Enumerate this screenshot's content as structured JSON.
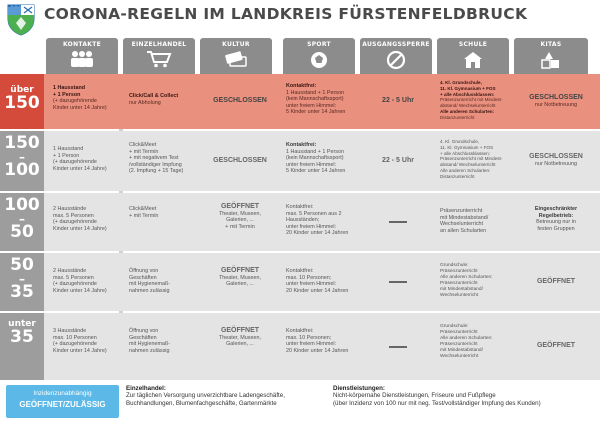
{
  "title": "CORONA-REGELN IM LANDKREIS FÜRSTENFELDBRUCK",
  "colors": {
    "red_row": "#e9907f",
    "red_label": "#d44b3c",
    "gray_label": "#9d9d9d",
    "gray_row": "#e4e4e4",
    "header": "#8c8c8c",
    "legend": "#5cb9e7"
  },
  "columns": [
    {
      "label": "KONTAKTE",
      "icon": "people-icon"
    },
    {
      "label": "EINZELHANDEL",
      "icon": "cart-icon"
    },
    {
      "label": "KULTUR",
      "icon": "tickets-icon"
    },
    {
      "label": "SPORT",
      "icon": "ball-icon"
    },
    {
      "label": "AUSGANGSSPERRE",
      "icon": "forbidden-icon"
    },
    {
      "label": "SCHULE",
      "icon": "school-icon"
    },
    {
      "label": "KITAS",
      "icon": "blocks-icon"
    }
  ],
  "rows": [
    {
      "label_top": "über",
      "label_big": "150",
      "label_dash": "",
      "label_bottom": "",
      "kontakte": {
        "l1": "1 Hausstand",
        "l2": "+ 1 Person",
        "l3": "(+ dazugehörende",
        "l4": "Kinder unter 14 Jahre)"
      },
      "handel": {
        "l1": "Click/Call & Collect",
        "l2": "nur Abholung"
      },
      "kultur": "GESCHLOSSEN",
      "sport": {
        "l1": "Kontaktfrei:",
        "l2": "1 Hausstand + 1 Person",
        "l3": "(kein Mannschaftssport)",
        "l4": "unter freiem Himmel:",
        "l5": "5 Kinder unter 14 Jahren"
      },
      "ausgang": "22 - 5 Uhr",
      "schule": {
        "l1": "4. Kl. Grundschule,",
        "l2": "11. Kl. Gymnasium + FOS",
        "l3": "+ alle Abschlussklassen:",
        "l4": "Präsenzunterricht mit Mindest-",
        "l5": "abstand/ Wechselunterricht",
        "l6": "Alle anderen Schularten:",
        "l7": "Distanzunterricht"
      },
      "kitas": {
        "l1": "GESCHLOSSEN",
        "l2": "nur Notbetreuung"
      }
    },
    {
      "label_top": "",
      "label_big": "150",
      "label_dash": "–",
      "label_bottom": "100",
      "kontakte": {
        "l1": "1 Hausstand",
        "l2": "+ 1 Person",
        "l3": "(+ dazugehörende",
        "l4": "Kinder unter 14 Jahre)"
      },
      "handel": {
        "l1": "Click&Meet",
        "l2": "+ mit Termin",
        "l3": "+ mit negativem Test",
        "l4": "/vollständiger Impfung",
        "l5": "(2. Impfung + 15 Tage)"
      },
      "kultur": "GESCHLOSSEN",
      "sport": {
        "l1": "Kontaktfrei:",
        "l2": "1 Hausstand + 1 Person",
        "l3": "(kein Mannschaftssport)",
        "l4": "unter freiem Himmel:",
        "l5": "5 Kinder unter 14 Jahren"
      },
      "ausgang": "22 - 5 Uhr",
      "schule": {
        "l1": "4. Kl. Grundschule,",
        "l2": "11. Kl. Gymnasium + FOS",
        "l3": "+ alle Abschlussklassen:",
        "l4": "Präsenzunterricht mit Mindest-",
        "l5": "abstand/ Wechselunterricht",
        "l6": "Alle anderen Schularten:",
        "l7": "Distanzunterricht"
      },
      "kitas": {
        "l1": "GESCHLOSSEN",
        "l2": "nur Notbetreuung"
      }
    },
    {
      "label_top": "",
      "label_big": "100",
      "label_dash": "–",
      "label_bottom": "50",
      "kontakte": {
        "l1": "2 Hausstände",
        "l2": "max. 5 Personen",
        "l3": "(+ dazugehörende",
        "l4": "Kinder unter 14 Jahre)"
      },
      "handel": {
        "l1": "Click&Meet",
        "l2": "+ mit Termin"
      },
      "kultur": {
        "l1": "GEÖFFNET",
        "l2": "Theater, Museen,",
        "l3": "Galerien, ...",
        "l4": "+ mit Termin"
      },
      "sport": {
        "l1": "Kontaktfrei:",
        "l2": "max. 5 Personen aus 2",
        "l3": "Hausständen;",
        "l4": "unter freiem Himmel:",
        "l5": "20 Kinder unter 14 Jahren"
      },
      "schule": {
        "l1": "Präsenzunterricht",
        "l2": "mit Mindestabstand/",
        "l3": "Wechselunterricht",
        "l4": "an allen Schularten"
      },
      "kitas": {
        "l1": "Eingeschränkter",
        "l2": "Regelbetrieb:",
        "l3": "Betreuung nur in",
        "l4": "festen Gruppen"
      }
    },
    {
      "label_top": "",
      "label_big": "50",
      "label_dash": "–",
      "label_bottom": "35",
      "kontakte": {
        "l1": "2 Hausstände",
        "l2": "max. 5 Personen",
        "l3": "(+ dazugehörende",
        "l4": "Kinder unter 14 Jahre)"
      },
      "handel": {
        "l1": "Öffnung von",
        "l2": "Geschäften",
        "l3": "mit Hygienemaß-",
        "l4": "nahmen zulässig"
      },
      "kultur": {
        "l1": "GEÖFFNET",
        "l2": "Theater, Museen,",
        "l3": "Galerien, ..."
      },
      "sport": {
        "l1": "Kontaktfrei:",
        "l2": "max. 10 Personen;",
        "l3": "unter freiem Himmel:",
        "l4": "20 Kinder unter 14 Jahren"
      },
      "schule": {
        "l1": "Grundschule:",
        "l2": "Präsenzunterricht",
        "l3": "Alle anderen Schularten:",
        "l4": "Präsenzunterricht",
        "l5": "mit Mindestabstand/",
        "l6": "Wechselunterricht"
      },
      "kitas": "GEÖFFNET"
    },
    {
      "label_top": "unter",
      "label_big": "35",
      "label_dash": "",
      "label_bottom": "",
      "kontakte": {
        "l1": "3 Hausstände",
        "l2": "max. 10 Personen",
        "l3": "(+ dazugehörende",
        "l4": "Kinder unter 14 Jahre)"
      },
      "handel": {
        "l1": "Öffnung von",
        "l2": "Geschäften",
        "l3": "mit Hygienemaß-",
        "l4": "nahmen zulässig"
      },
      "kultur": {
        "l1": "GEÖFFNET",
        "l2": "Theater, Museen,",
        "l3": "Galerien, ..."
      },
      "sport": {
        "l1": "Kontaktfrei:",
        "l2": "max. 10 Personen;",
        "l3": "unter freiem Himmel:",
        "l4": "20 Kinder unter 14 Jahren"
      },
      "schule": {
        "l1": "Grundschule:",
        "l2": "Präsenzunterricht",
        "l3": "Alle anderen Schularten:",
        "l4": "Präsenzunterricht",
        "l5": "mit Mindestabstand/",
        "l6": "Wechselunterricht"
      },
      "kitas": "GEÖFFNET"
    }
  ],
  "legend": {
    "box_l1": "Inzidenzunabhängig",
    "box_l2": "GEÖFFNET/ZULÄSSIG",
    "handel_title": "Einzelhandel:",
    "handel_l1": "Zur täglichen Versorgung unverzichtbare Ladengeschäfte,",
    "handel_l2": "Buchhandlungen, Blumenfachgeschäfte, Gartenmärkte",
    "dienst_title": "Dienstleistungen:",
    "dienst_l1": "Nicht-körpernahe Dienstleistungen, Friseure und Fußpflege",
    "dienst_l2": "(über Inzidenz von 100 nur mit neg. Test/vollständiger Impfung des Kunden)"
  }
}
